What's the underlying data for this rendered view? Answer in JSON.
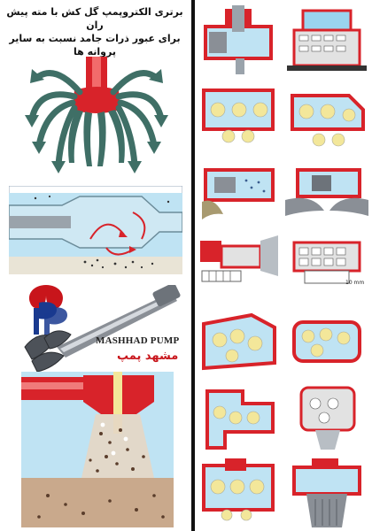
{
  "headline": {
    "line1": "برتری الکتروپمپ گل کش با مته پیش ران",
    "line2": "برای عبور ذرات جامد نسبت به سایر",
    "line3": "پروانه ها"
  },
  "brand": {
    "name_en": "MASHHAD PUMP",
    "name_fa": "مشهد پمپ"
  },
  "dimension_note": "10 mm",
  "colors": {
    "casing_red": "#d8232a",
    "water_blue": "#bfe3f3",
    "solid_yellow": "#f3e79a",
    "metal_grey": "#8a8f96",
    "impeller_green": "#3f6f66",
    "logo_blue": "#1a3a8f"
  }
}
